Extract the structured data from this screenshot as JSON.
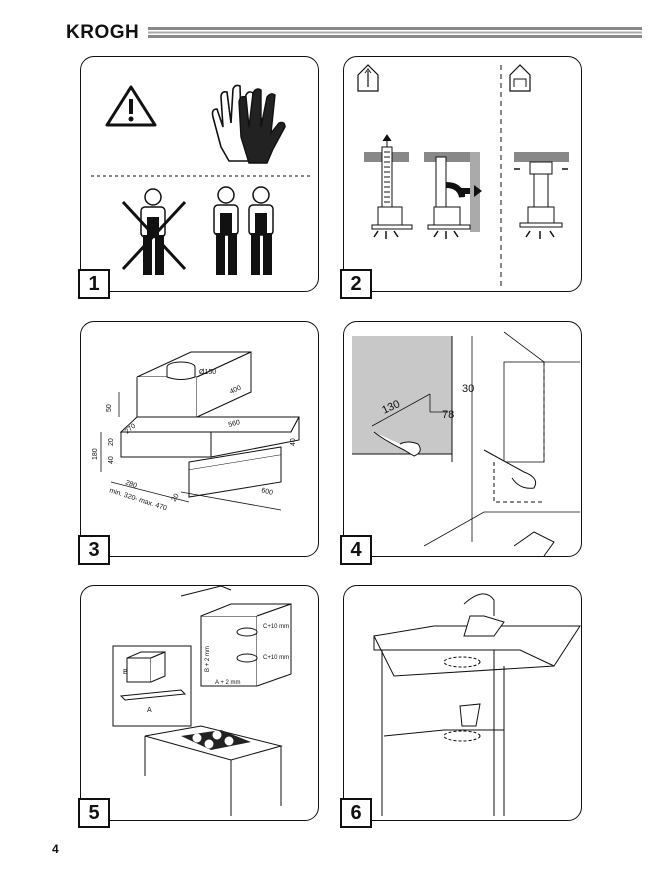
{
  "header": {
    "brand": "KROGH"
  },
  "panels": [
    {
      "number": "1"
    },
    {
      "number": "2"
    },
    {
      "number": "3",
      "dims": {
        "duct": "Ø150",
        "d400": "400",
        "d560": "560",
        "d50": "50",
        "d270": "270",
        "d180": "180",
        "d20": "20",
        "d40": "40",
        "d280": "280",
        "d600": "600",
        "d40b": "40",
        "minmax": "min. 320- max. 470",
        "d20b": "20"
      }
    },
    {
      "number": "4",
      "dims": {
        "d130": "130",
        "d30": "30",
        "d78": "78"
      }
    },
    {
      "number": "5",
      "dims": {
        "c1": "C+10 mm",
        "c2": "C+10 mm",
        "a": "A + 2 mm",
        "b": "B + 2 mm",
        "labelA": "A",
        "labelB": "B"
      }
    },
    {
      "number": "6"
    }
  ],
  "footer": {
    "page": "4"
  }
}
